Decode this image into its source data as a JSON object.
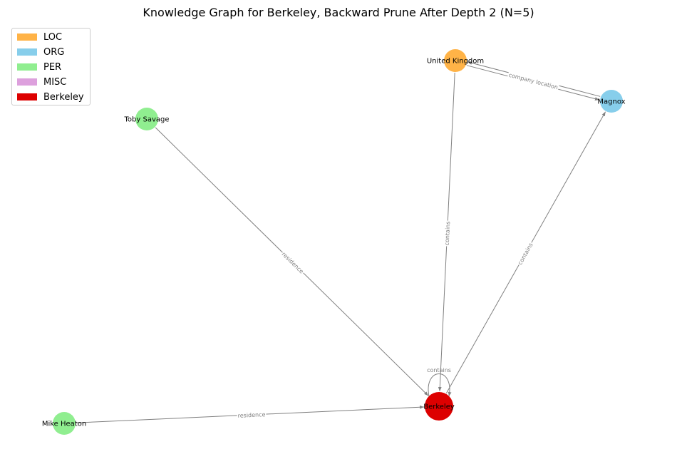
{
  "title": "Knowledge Graph for Berkeley, Backward Prune After Depth 2 (N=5)",
  "legend": [
    {
      "label": "LOC",
      "color": "#FFB347"
    },
    {
      "label": "ORG",
      "color": "#87CEEB"
    },
    {
      "label": "PER",
      "color": "#90EE90"
    },
    {
      "label": "MISC",
      "color": "#DDA0DD"
    },
    {
      "label": "Berkeley",
      "color": "#DD0000"
    }
  ],
  "nodes": [
    {
      "label": "United Kingdom",
      "type": "LOC"
    },
    {
      "label": "Magnox",
      "type": "ORG"
    },
    {
      "label": "Toby Savage",
      "type": "PER"
    },
    {
      "label": "Berkeley",
      "type": "Berkeley"
    },
    {
      "label": "Mike Heaton",
      "type": "PER"
    }
  ],
  "edges": [
    {
      "from": "Magnox",
      "to": "United Kingdom",
      "label": "company location"
    },
    {
      "from": "United Kingdom",
      "to": "Magnox",
      "label": ""
    },
    {
      "from": "United Kingdom",
      "to": "Berkeley",
      "label": "contains"
    },
    {
      "from": "Berkeley",
      "to": "Magnox",
      "label": "contains"
    },
    {
      "from": "Toby Savage",
      "to": "Berkeley",
      "label": "residence"
    },
    {
      "from": "Mike Heaton",
      "to": "Berkeley",
      "label": "residence"
    },
    {
      "from": "Berkeley",
      "to": "Berkeley",
      "label": "contains"
    }
  ]
}
